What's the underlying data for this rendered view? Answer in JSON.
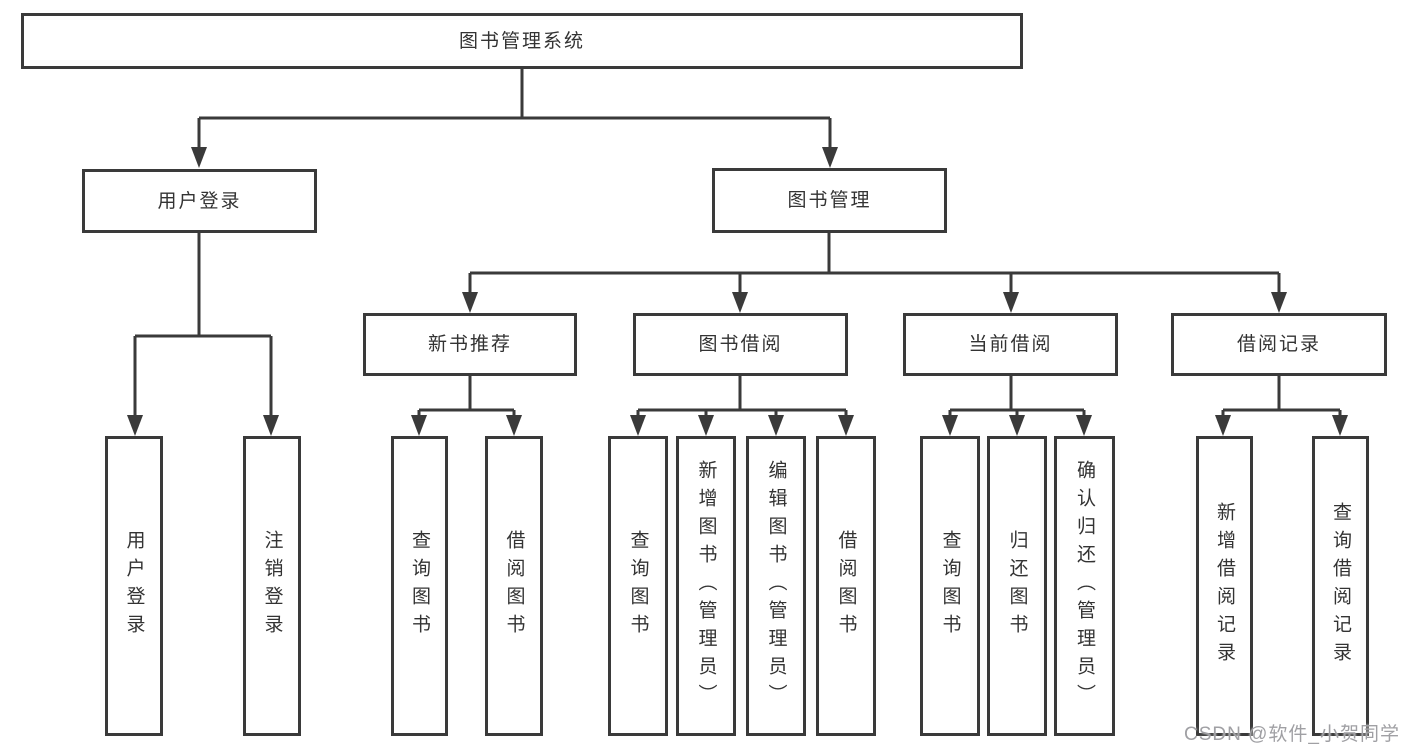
{
  "colors": {
    "background": "#ffffff",
    "line": "#3a3a3a",
    "box_border": "#3a3a3a",
    "box_fill": "#ffffff",
    "text": "#333333",
    "watermark": "#a0a0a4"
  },
  "watermark": {
    "text": "CSDN @软件_小贺同学"
  },
  "tree": {
    "root": {
      "label": "图书管理系统"
    },
    "branches": [
      {
        "label": "用户登录",
        "children": [
          {
            "label": "用户登录"
          },
          {
            "label": "注销登录"
          }
        ]
      },
      {
        "label": "图书管理",
        "children": [
          {
            "label": "新书推荐",
            "children": [
              {
                "label": "查询图书"
              },
              {
                "label": "借阅图书"
              }
            ]
          },
          {
            "label": "图书借阅",
            "children": [
              {
                "label": "查询图书"
              },
              {
                "label": "新增图书（管理员）"
              },
              {
                "label": "编辑图书（管理员）"
              },
              {
                "label": "借阅图书"
              }
            ]
          },
          {
            "label": "当前借阅",
            "children": [
              {
                "label": "查询图书"
              },
              {
                "label": "归还图书"
              },
              {
                "label": "确认归还（管理员）"
              }
            ]
          },
          {
            "label": "借阅记录",
            "children": [
              {
                "label": "新增借阅记录"
              },
              {
                "label": "查询借阅记录"
              }
            ]
          }
        ]
      }
    ]
  }
}
